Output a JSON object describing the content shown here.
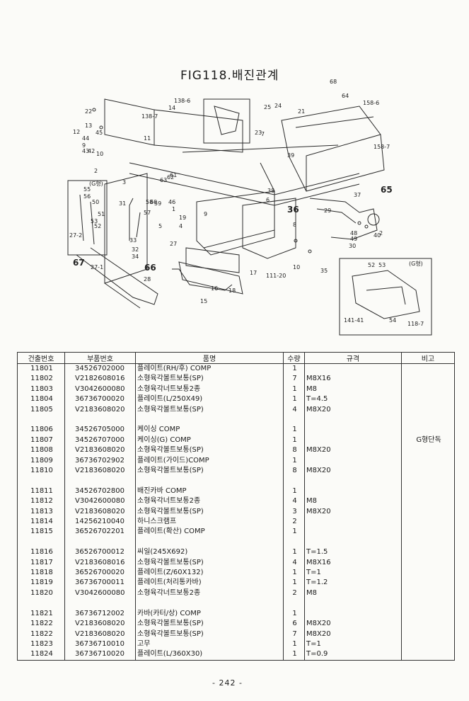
{
  "figure": {
    "title": "FIG118.배진관계",
    "callouts": [
      "138-6",
      "138-7",
      "14",
      "22",
      "13",
      "45",
      "12",
      "44",
      "9",
      "43",
      "42",
      "10",
      "11",
      "2",
      "(G형)",
      "55",
      "56",
      "50",
      "51",
      "52",
      "27-2",
      "67",
      "27-1",
      "53",
      "31",
      "33",
      "32",
      "34",
      "27",
      "5",
      "4",
      "66",
      "28",
      "59",
      "58",
      "60",
      "57",
      "46",
      "1",
      "19",
      "62",
      "61",
      "63",
      "3",
      "9",
      "15",
      "16",
      "18",
      "17",
      "25",
      "24",
      "21",
      "23",
      "39",
      "7",
      "6",
      "38",
      "36",
      "8",
      "111-20",
      "10",
      "35",
      "29",
      "37",
      "65",
      "30",
      "49",
      "48",
      "40",
      "68",
      "64",
      "158-6",
      "158-7",
      "2",
      "52",
      "53",
      "(G형)",
      "141-41",
      "54",
      "118-7"
    ]
  },
  "table": {
    "headers": [
      "건출번호",
      "부품번호",
      "품명",
      "수량",
      "규격",
      "비고"
    ],
    "groups": [
      [
        {
          "no": "11801",
          "part": "34526702000",
          "name": "플레이트(RH/후) COMP",
          "qty": "1",
          "spec": "",
          "note": ""
        },
        {
          "no": "11802",
          "part": "V2182608016",
          "name": "소형육각볼트보통(SP)",
          "qty": "7",
          "spec": "M8X16",
          "note": ""
        },
        {
          "no": "11803",
          "part": "V3042600080",
          "name": "소형육각너트보통2종",
          "qty": "1",
          "spec": "M8",
          "note": ""
        },
        {
          "no": "11804",
          "part": "36736700020",
          "name": "플레이트(L/250X49)",
          "qty": "1",
          "spec": "T=4.5",
          "note": ""
        },
        {
          "no": "11805",
          "part": "V2183608020",
          "name": "소형육각볼트보통(SP)",
          "qty": "4",
          "spec": "M8X20",
          "note": ""
        }
      ],
      [
        {
          "no": "11806",
          "part": "34526705000",
          "name": "케이싱 COMP",
          "qty": "1",
          "spec": "",
          "note": ""
        },
        {
          "no": "11807",
          "part": "34526707000",
          "name": "케이싱(G) COMP",
          "qty": "1",
          "spec": "",
          "note": "G형단독"
        },
        {
          "no": "11808",
          "part": "V2183608020",
          "name": "소형육각볼트보통(SP)",
          "qty": "8",
          "spec": "M8X20",
          "note": ""
        },
        {
          "no": "11809",
          "part": "36736702902",
          "name": "플레이트(가이드)COMP",
          "qty": "1",
          "spec": "",
          "note": ""
        },
        {
          "no": "11810",
          "part": "V2183608020",
          "name": "소형육각볼트보통(SP)",
          "qty": "8",
          "spec": "M8X20",
          "note": ""
        }
      ],
      [
        {
          "no": "11811",
          "part": "34526702800",
          "name": "배진카바 COMP",
          "qty": "1",
          "spec": "",
          "note": ""
        },
        {
          "no": "11812",
          "part": "V3042600080",
          "name": "소형육각너트보통2종",
          "qty": "4",
          "spec": "M8",
          "note": ""
        },
        {
          "no": "11813",
          "part": "V2183608020",
          "name": "소형육각볼트보통(SP)",
          "qty": "3",
          "spec": "M8X20",
          "note": ""
        },
        {
          "no": "11814",
          "part": "14256210040",
          "name": "하니스크램프",
          "qty": "2",
          "spec": "",
          "note": ""
        },
        {
          "no": "11815",
          "part": "36526702201",
          "name": "플레이트(확산) COMP",
          "qty": "1",
          "spec": "",
          "note": ""
        }
      ],
      [
        {
          "no": "11816",
          "part": "36526700012",
          "name": "씨일(245X692)",
          "qty": "1",
          "spec": "T=1.5",
          "note": ""
        },
        {
          "no": "11817",
          "part": "V2183608016",
          "name": "소형육각볼트보통(SP)",
          "qty": "4",
          "spec": "M8X16",
          "note": ""
        },
        {
          "no": "11818",
          "part": "36526700020",
          "name": "플레이트(Z/60X132)",
          "qty": "1",
          "spec": "T=1",
          "note": ""
        },
        {
          "no": "11819",
          "part": "36736700011",
          "name": "플레이트(처리통카바)",
          "qty": "1",
          "spec": "T=1.2",
          "note": ""
        },
        {
          "no": "11820",
          "part": "V3042600080",
          "name": "소형육각너트보통2종",
          "qty": "2",
          "spec": "M8",
          "note": ""
        }
      ],
      [
        {
          "no": "11821",
          "part": "36736712002",
          "name": "카바(카터/상) COMP",
          "qty": "1",
          "spec": "",
          "note": ""
        },
        {
          "no": "11822",
          "part": "V2183608020",
          "name": "소형육각볼트보통(SP)",
          "qty": "6",
          "spec": "M8X20",
          "note": ""
        },
        {
          "no": "11822",
          "part": "V2183608020",
          "name": "소형육각볼트보통(SP)",
          "qty": "7",
          "spec": "M8X20",
          "note": ""
        },
        {
          "no": "11823",
          "part": "36736710010",
          "name": "고무",
          "qty": "1",
          "spec": "T=1",
          "note": ""
        },
        {
          "no": "11824",
          "part": "36736710020",
          "name": "플레이트(L/360X30)",
          "qty": "1",
          "spec": "T=0.9",
          "note": ""
        }
      ]
    ]
  },
  "page_number": "- 242 -"
}
